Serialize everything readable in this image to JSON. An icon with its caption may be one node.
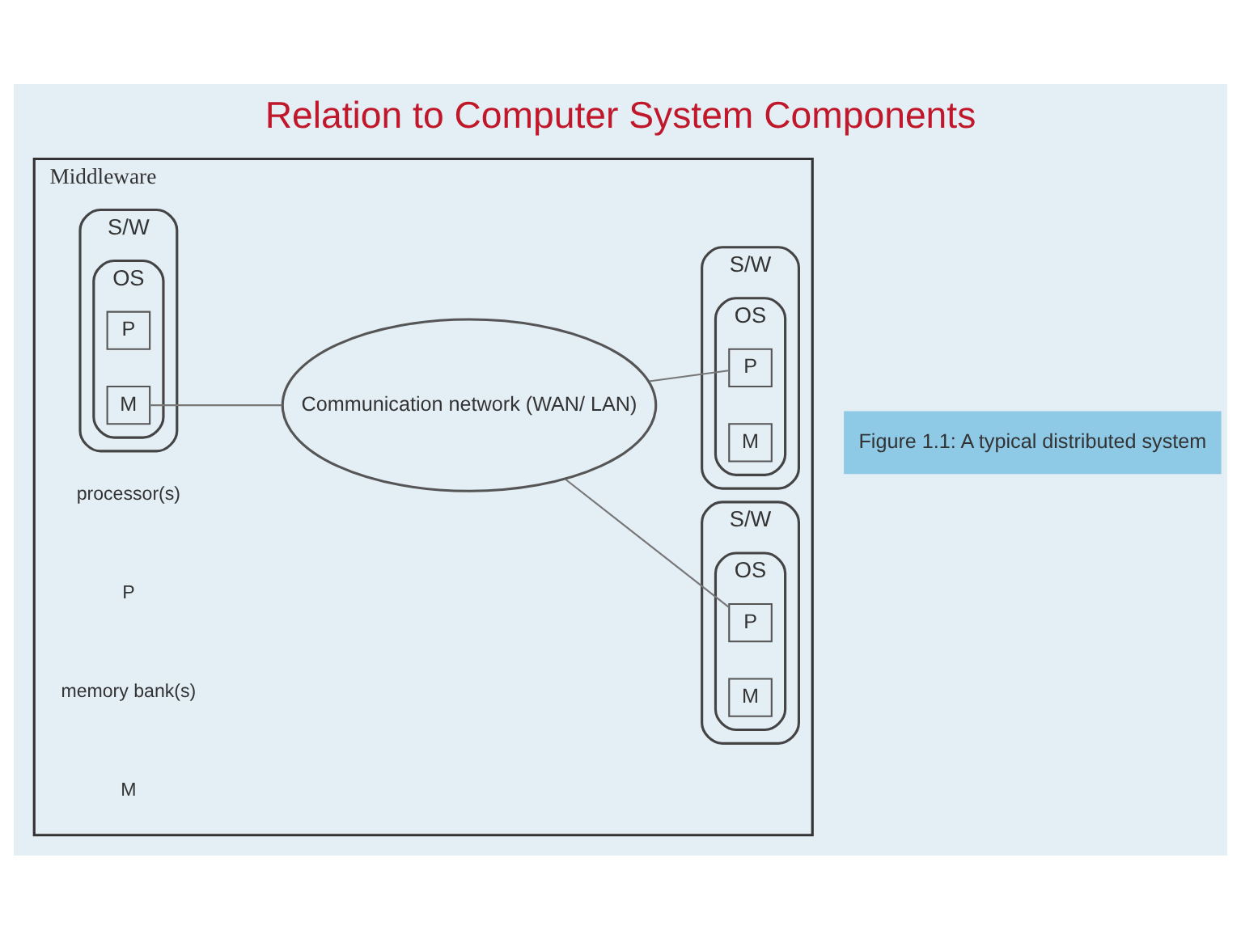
{
  "diagram": {
    "title": "Relation to Computer System Components",
    "caption": "Figure 1.1: A typical distributed system",
    "nodes": [
      {
        "text": [
          "Middleware"
        ]
      },
      {
        "text": [
          "S/W"
        ],
        "in": 0
      },
      {
        "text": [
          "OS"
        ],
        "in": 1
      },
      {
        "text": [
          "P"
        ],
        "in": 2
      },
      {
        "text": [
          "M"
        ],
        "in": 2
      },
      {
        "text": [
          "Communication network (WAN/ LAN)"
        ],
        "in": 0
      },
      {
        "text": [
          "S/W"
        ],
        "in": 0
      },
      {
        "text": [
          "OS"
        ],
        "in": 6
      },
      {
        "text": [
          "P"
        ],
        "in": 7
      },
      {
        "text": [
          "M"
        ],
        "in": 7
      },
      {
        "text": [
          "S/W"
        ],
        "in": 0
      },
      {
        "text": [
          "OS"
        ],
        "in": 10
      },
      {
        "text": [
          "P"
        ],
        "in": 11
      },
      {
        "text": [
          "M"
        ],
        "in": 11
      }
    ],
    "edges": [
      {
        "from": 4,
        "to": 5,
        "arrow": "none"
      },
      {
        "from": 5,
        "to": 8,
        "arrow": "none"
      },
      {
        "from": 5,
        "to": 12,
        "arrow": "none"
      }
    ],
    "labels": [
      "P",
      "processor(s)",
      "M",
      "memory bank(s)"
    ]
  }
}
